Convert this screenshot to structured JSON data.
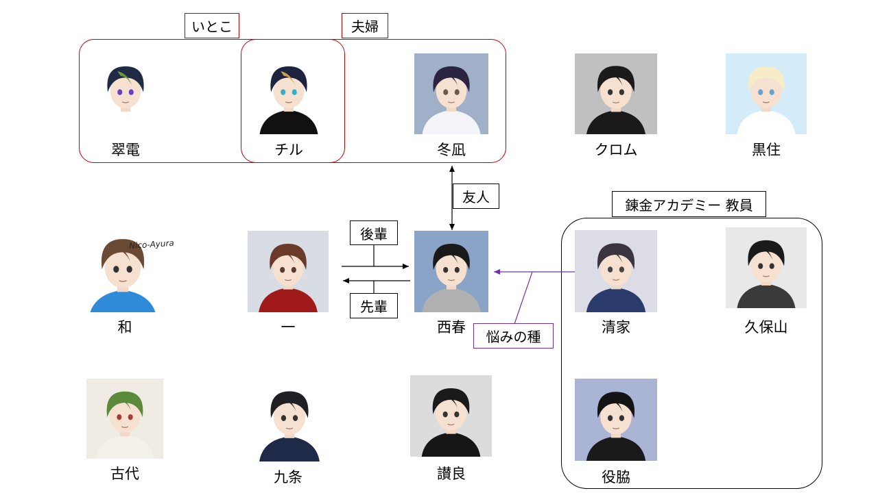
{
  "labels": {
    "cousins": "いとこ",
    "couple": "夫婦",
    "friend": "友人",
    "junior": "後輩",
    "senior": "先輩",
    "worry_seed": "悩みの種",
    "academy_staff": "錬金アカデミー 教員"
  },
  "characters": {
    "suiden": {
      "name": "翠電",
      "hair": "#1f2a44",
      "accent": "#6a9a3a",
      "eye": "#6a3fc8",
      "bg": "#ffffff",
      "shirt": "#ffffff"
    },
    "chiru": {
      "name": "チル",
      "hair": "#1e2440",
      "accent": "#c8a050",
      "eye": "#2fb0c8",
      "bg": "#ffffff",
      "shirt": "#111111"
    },
    "fuyunagi": {
      "name": "冬凪",
      "hair": "#2a2440",
      "accent": "#2a2440",
      "eye": "#6a5a50",
      "bg": "#9fb0c8",
      "shirt": "#f2f4f8"
    },
    "kuromu": {
      "name": "クロム",
      "hair": "#1a1a1a",
      "accent": "#1a1a1a",
      "eye": "#333333",
      "bg": "#c0c0c0",
      "shirt": "#1a1a1a"
    },
    "kurozumi": {
      "name": "黒住",
      "hair": "#f6ecc8",
      "accent": "#f6ecc8",
      "eye": "#6aa0d0",
      "bg": "#d4ecfa",
      "shirt": "#ffffff"
    },
    "nagomi": {
      "name": "和",
      "hair": "#6a4a34",
      "accent": "#6a4a34",
      "eye": "#333333",
      "bg": "#ffffff",
      "shirt": "#2f8ad8",
      "sign": "Nico-Ayura"
    },
    "hajime": {
      "name": "一",
      "hair": "#6a3a2a",
      "accent": "#6a3a2a",
      "eye": "#5a3a2a",
      "bg": "#d8dce4",
      "shirt": "#a01a1a"
    },
    "nishiharu": {
      "name": "西春",
      "hair": "#1a1a1a",
      "accent": "#1a1a1a",
      "eye": "#333333",
      "bg": "#8aa4c8",
      "shirt": "#b0b0b0"
    },
    "seika": {
      "name": "清家",
      "hair": "#3a3440",
      "accent": "#3a3440",
      "eye": "#444444",
      "bg": "#dcdce6",
      "shirt": "#2a3a6a"
    },
    "kuboyama": {
      "name": "久保山",
      "hair": "#1a1a1a",
      "accent": "#1a1a1a",
      "eye": "#333333",
      "bg": "#e8e8e8",
      "shirt": "#3a3a3a"
    },
    "kodai": {
      "name": "古代",
      "hair": "#5a8a3a",
      "accent": "#5a8a3a",
      "eye": "#a83a3a",
      "bg": "#f0ece4",
      "shirt": "#f4f0ea"
    },
    "kujou": {
      "name": "九条",
      "hair": "#1f1f24",
      "accent": "#1f1f24",
      "eye": "#333333",
      "bg": "#ffffff",
      "shirt": "#1e2a48"
    },
    "sanra": {
      "name": "讃良",
      "hair": "#1a1a1a",
      "accent": "#1a1a1a",
      "eye": "#333333",
      "bg": "#dcdcdc",
      "shirt": "#161616"
    },
    "yakuwaki": {
      "name": "役脇",
      "hair": "#141414",
      "accent": "#141414",
      "eye": "#333333",
      "bg": "#aab4d4",
      "shirt": "#1a1a1a"
    }
  },
  "colors": {
    "family_border": "#c00000",
    "worry_line": "#7030a0",
    "staff_border": "#000000"
  }
}
